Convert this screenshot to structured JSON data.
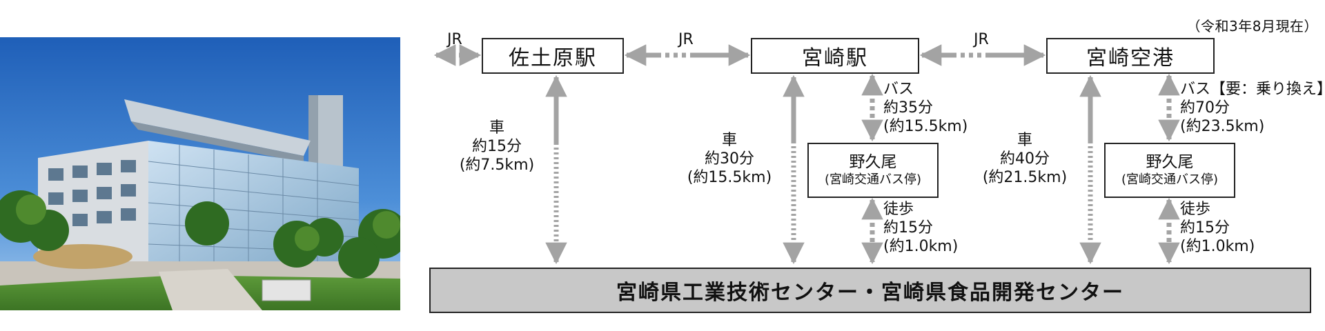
{
  "date_note": "（令和3年8月現在）",
  "stations": {
    "sadowara": "佐土原駅",
    "miyazaki": "宮崎駅",
    "airport": "宮崎空港"
  },
  "rail_labels": {
    "left": "JR",
    "sadowara_miyazaki": "JR",
    "miyazaki_airport": "JR"
  },
  "routes": {
    "sadowara_car": [
      "車",
      "約15分",
      "(約7.5km)"
    ],
    "miyazaki_car": [
      "車",
      "約30分",
      "(約15.5km)"
    ],
    "miyazaki_bus": [
      "バス",
      "約35分",
      "(約15.5km)"
    ],
    "miyazaki_walk": [
      "徒歩",
      "約15分",
      "(約1.0km)"
    ],
    "airport_car": [
      "車",
      "約40分",
      "(約21.5km)"
    ],
    "airport_bus": [
      "バス【要：乗り換え】",
      "約70分",
      "(約23.5km)"
    ],
    "airport_walk": [
      "徒歩",
      "約15分",
      "(約1.0km)"
    ]
  },
  "bus_stops": {
    "miyazaki": {
      "name": "野久尾",
      "sub": "(宮崎交通バス停)"
    },
    "airport": {
      "name": "野久尾",
      "sub": "(宮崎交通バス停)"
    }
  },
  "destination": "宮崎県工業技術センター・宮崎県食品開発センター",
  "colors": {
    "arrow": "#a3a3a3",
    "destination_fill": "#c8c8c8",
    "border": "#222222"
  }
}
